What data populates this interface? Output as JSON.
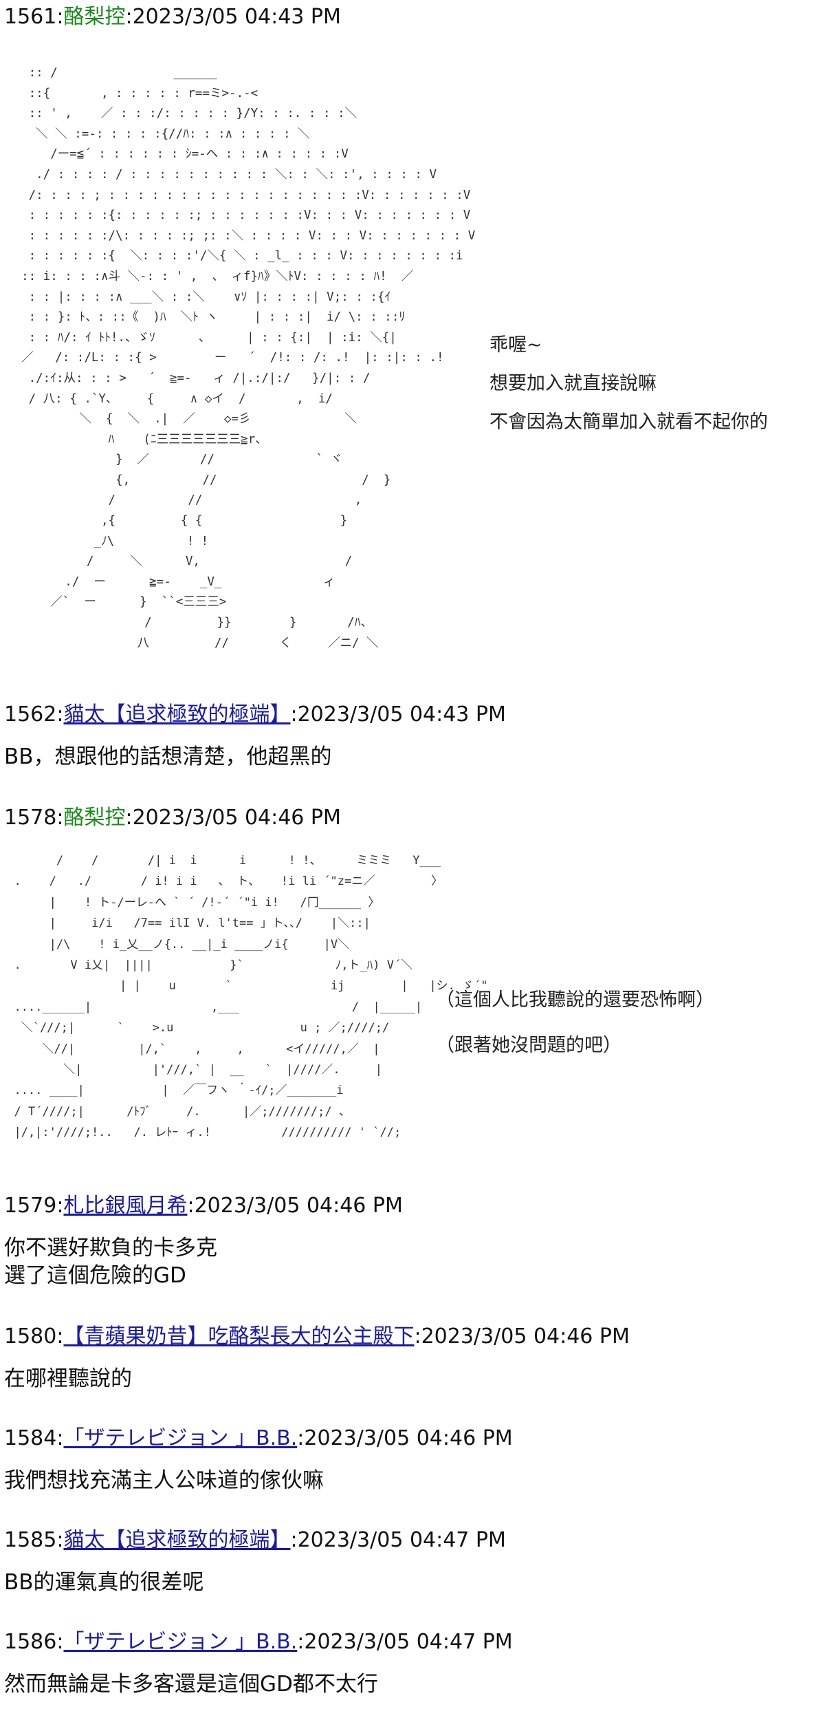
{
  "posts": [
    {
      "num": "1561",
      "name": "酪梨控",
      "name_style": "green",
      "sep": ":",
      "time": "2023/3/05 04:43 PM",
      "art": "   :: /                ______\n   ::{       , : : : : : r==ミ>-.-<\n   :: ' ,    ／ : : :/: : : : : }/Y: : :. : : :＼\n    ＼ ＼ :=-: : : : :{//ﾊ: : :∧ : : : : ＼\n      /ー=≦´ : : : : : : ｼ=-ヘ : : :∧ : : : : :V\n    ./ : : : : / : : : : : : : : : : ＼: : ＼: :', : : : : V\n   /: : : : ; : : : : : : : : : : : : : : : : : :V: : : : : : :V\n   : : : : : :{: : : : : :; : : : : : : :V: : : V: : : : : : : V\n   : : : : : :/\\: : : : :; ;: :＼ : : : : V: : : V: : : : : : : V\n   : : : : : :{  ＼: : : :'/＼{ ＼ : _l_ : : : V: : : : : : : :i\n  :: i: : : :∧斗 ＼-: : ' ,  、 ィf}ﾊ》＼ﾄV: : : : : ﾊ!  ／\n   : : |: : : :∧ ___＼ : :＼    ∨ｿ |: : : :| V;: : :{ｲ\n   : : }: ﾄ、: ::《  )ﾊ  ＼ﾄ ヽ     | : : :|  i/ \\: : ::ﾘ\n   : : ﾊ/: ｲ ﾄﾄ!.、ゞｿ      、     | : : {:|  | :i: ＼{|\n  ／   /: :/L: : :{ >        ー   ´  /!: : /: .!  |: :|: : .!\n   ./:ｲ:从: : : >   ´  ≧=-   ィ /|.:/|:/   }/|: : /\n   / 八: { .`Y、    {     ∧ ◇イ  /       ,  i/\n          ＼  {  ＼  .|  ／    ◇=彡             ＼\n              ﾊ    (ﾆ三三三三三三三≧r、\n               }  ／       //              ` ヾ\n               {,          //                    /  }\n              /          //                     ,\n             ,{         { {                   }\n            _ﾉ\\          ! !\n           /     ＼      V,                    /\n        ./  ー      ≧=-    _V_              ィ\n      ／`  ー      }  ``<三三三>   \n                   /         }}        }       /ﾊ、\n                  八         //       く     ／ニ/ ＼",
      "side": [
        "乖喔~",
        "想要加入就直接說嘛",
        "不會因為太簡單加入就看不起你的"
      ]
    },
    {
      "num": "1562",
      "name": "貓太【追求極致的極端】",
      "name_style": "link",
      "sep": ":",
      "time": "2023/3/05 04:43 PM",
      "text": "BB，想跟他的話想清楚，他超黑的"
    },
    {
      "num": "1578",
      "name": "酪梨控",
      "name_style": "green",
      "sep": ":",
      "time": "2023/3/05 04:46 PM",
      "art": "        /    /       /| i  i      i      ! !、     ミミミ   Y___\n  .    /   ./       / i! i i   、 ト、   !i li ´\"z=ニ／        〉\n       |    ! ト-/ーレ-へ ` ´ /!-´ ´\"i i!   /冂______ 〉\n       |     i/i   /7== ilI V. l't== 」ト､､/    |＼::|\n       |/\\    ! i_乂__ノ{.. __|_i ____ノi{     |V＼\n  .       V i乂|  ||||           }`             ﾉ,ト_ﾊ) V´＼\n                 | |    u       `              ij        |   |シ. ゞ´\"\n  ....______|                 ,___                /  |_____|\n   ＼`///;|      `    >.u                  u ; ／;////;/\n      ＼//|         |/,`    ,     ,      <イ/////,／  |\n         ＼|          |'///,` |  __   `  |////／.     |\n  .... ____|           |  ／￣フヽ ｀-ｲ/;／_______i\n  / T´////;|      /ﾄﾌﾞ     /.      |／;///////;/ 、\n  |/,|:'////;!..   /. レﾄｰ ィ.!          ////////// ' `//;",
      "side": [
        "（這個人比我聽說的還要恐怖啊）",
        "（跟著她沒問題的吧）"
      ]
    },
    {
      "num": "1579",
      "name": "札比銀風月希",
      "name_style": "link",
      "sep": ":",
      "time": "2023/3/05 04:46 PM",
      "text": "你不選好欺負的卡多克\n選了這個危險的GD"
    },
    {
      "num": "1580",
      "name": "【青蘋果奶昔】吃酪梨長大的公主殿下",
      "name_style": "link",
      "sep": ":",
      "time": "2023/3/05 04:46 PM",
      "text": "在哪裡聽說的"
    },
    {
      "num": "1584",
      "name": "「ザテレビジョン 」B.B.",
      "name_style": "link",
      "sep": ":",
      "time": "2023/3/05 04:46 PM",
      "text": "我們想找充滿主人公味道的傢伙嘛"
    },
    {
      "num": "1585",
      "name": "貓太【追求極致的極端】",
      "name_style": "link",
      "sep": ":",
      "time": "2023/3/05 04:47 PM",
      "text": "BB的運氣真的很差呢"
    },
    {
      "num": "1586",
      "name": "「ザテレビジョン 」B.B.",
      "name_style": "link",
      "sep": ":",
      "time": "2023/3/05 04:47 PM",
      "text": "然而無論是卡多客還是這個GD都不太行"
    }
  ]
}
